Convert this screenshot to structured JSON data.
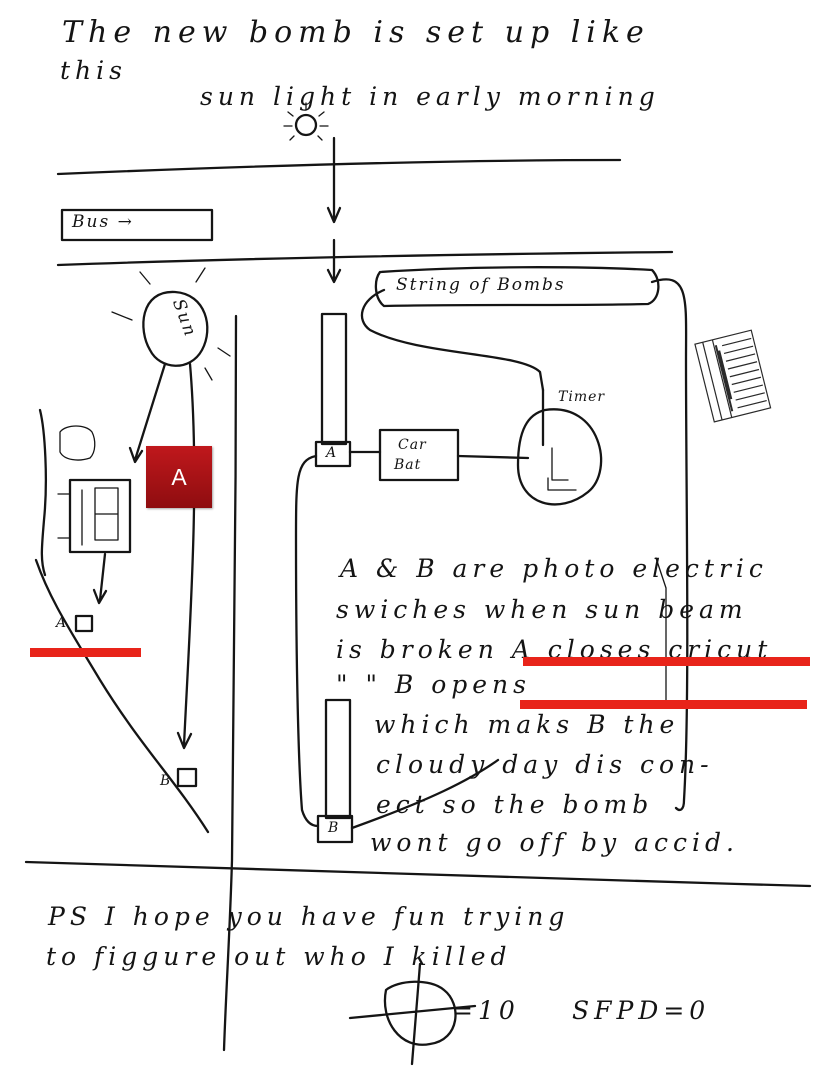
{
  "letter": {
    "line1": "The new bomb is set up like",
    "line2": "this",
    "sun_caption": "sun light in early morning",
    "bus_label": "Bus →",
    "sun_label": "Sun",
    "string_label": "String of Bombs",
    "timer_label": "Timer",
    "car_bat_line1": "Car",
    "car_bat_line2": "Bat",
    "switch_a": "A",
    "switch_b": "B",
    "road_a": "A",
    "road_b": "B",
    "explanation": [
      "A & B are photo electric",
      "swiches when sun beam",
      "is broken A closes cricut",
      "\"         \"      B opens",
      "which maks B the",
      "cloudy day dis con-",
      "ect so the bomb",
      "wont go off by accid."
    ],
    "ps_line1": "PS I hope you have fun trying",
    "ps_line2": "to figgure out who I killed",
    "score_left": "=10",
    "score_right": "SFPD=0"
  },
  "overlay": {
    "badge_text": "A",
    "badge_color": "#b31318",
    "highlight_color": "#e8241a"
  },
  "icons": {
    "sun": "sun-icon",
    "cross_circle": "crossed-circle-symbol-icon",
    "stamp": "evidence-stamp-icon"
  }
}
